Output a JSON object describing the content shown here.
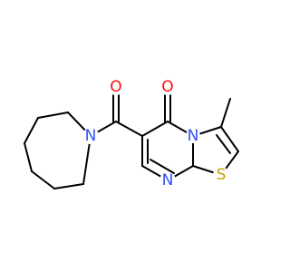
{
  "molecule": {
    "atoms": {
      "carbonyl_oxygen_amide": {
        "symbol": "O",
        "color": "#ff0d0d"
      },
      "amide_nitrogen": {
        "symbol": "N",
        "color": "#3050f8"
      },
      "ring_carbonyl_oxygen": {
        "symbol": "O",
        "color": "#ff0d0d"
      },
      "bridgehead_nitrogen": {
        "symbol": "N",
        "color": "#3050f8"
      },
      "pyrimidine_nitrogen": {
        "symbol": "N",
        "color": "#3050f8"
      },
      "thiazole_sulfur": {
        "symbol": "S",
        "color": "#c8a000"
      }
    },
    "bond_color": "#000000",
    "background": "#ffffff"
  }
}
